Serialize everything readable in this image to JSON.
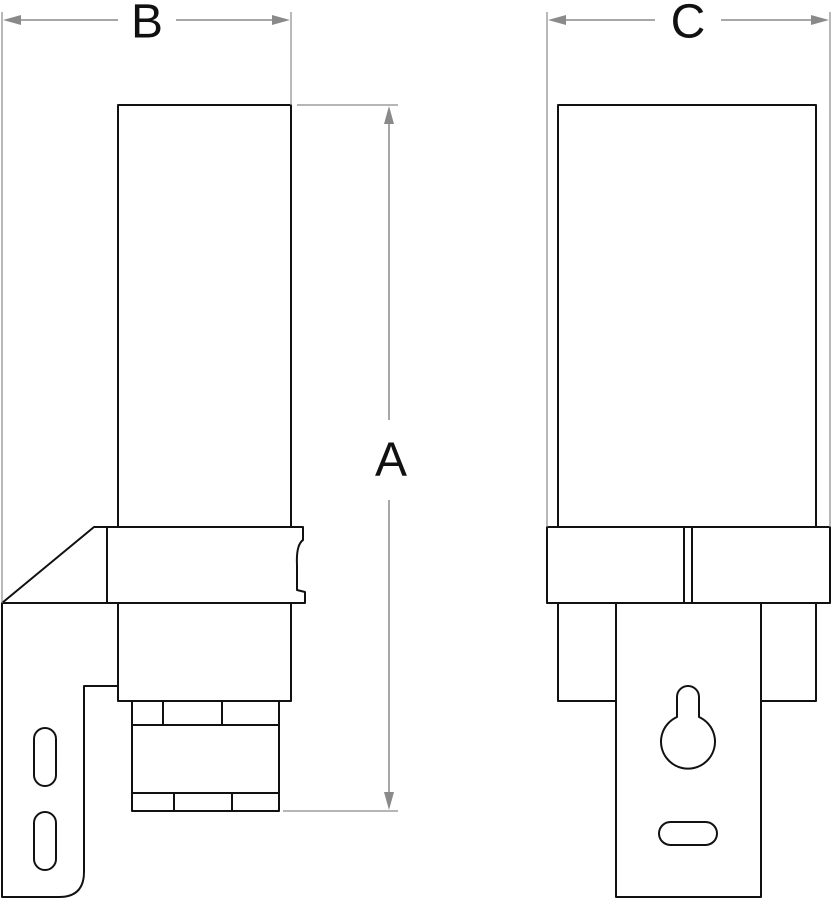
{
  "dimensions": {
    "height_label": "A",
    "depth_label": "B",
    "width_label": "C"
  }
}
